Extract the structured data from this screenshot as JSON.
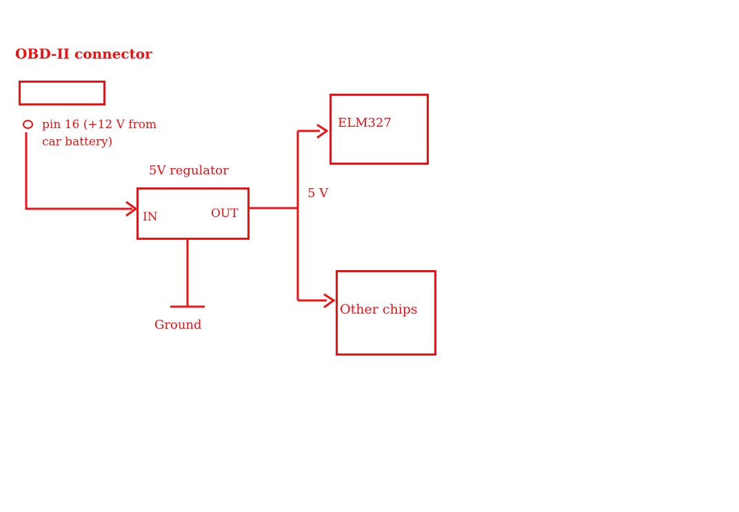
{
  "diagram": {
    "accent_color": "#ee1111",
    "title": "OBD-II connector",
    "connector": {
      "pin_label_line1": "pin 16 (+12 V from",
      "pin_label_line2": "car battery)"
    },
    "regulator": {
      "title": "5V regulator",
      "in_label": "IN",
      "out_label": "OUT",
      "ground_label": "Ground"
    },
    "rail": {
      "label": "5 V"
    },
    "elm327": {
      "label": "ELM327"
    },
    "other_chips": {
      "label": "Other chips"
    }
  }
}
